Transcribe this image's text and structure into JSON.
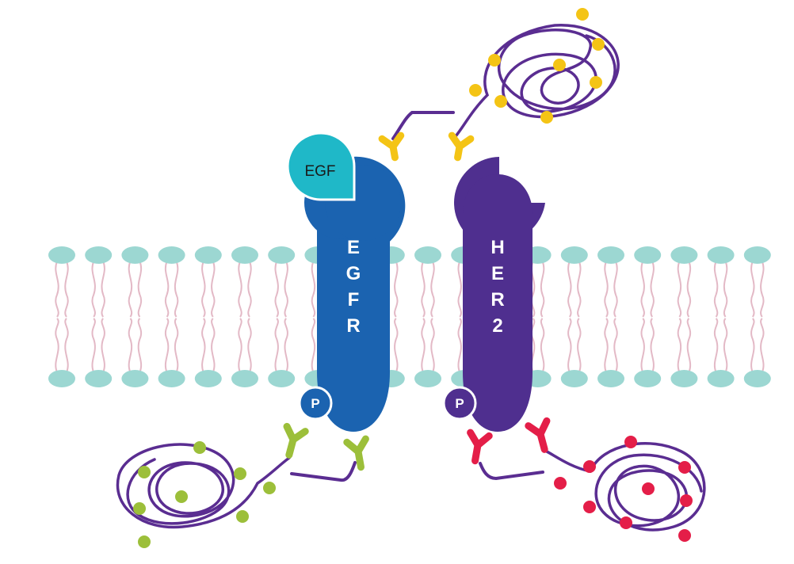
{
  "labels": {
    "ligand": "EGF",
    "receptor_left": "EGFR",
    "receptor_right": "HER2",
    "phospho_left": "P",
    "phospho_right": "P"
  },
  "colors": {
    "egfr": "#1b63b0",
    "her2": "#4f2f8f",
    "egf": "#1fb8c8",
    "lipid_head": "#9cd7d2",
    "lipid_tail": "#e3b9c6",
    "chain": "#5a2d91",
    "antibody_top": "#f4c415",
    "antibody_left": "#9cbf3a",
    "antibody_right": "#e41e48"
  },
  "icons": {
    "antibody": "y-antibody-icon",
    "payload": "payload-dot-icon"
  }
}
